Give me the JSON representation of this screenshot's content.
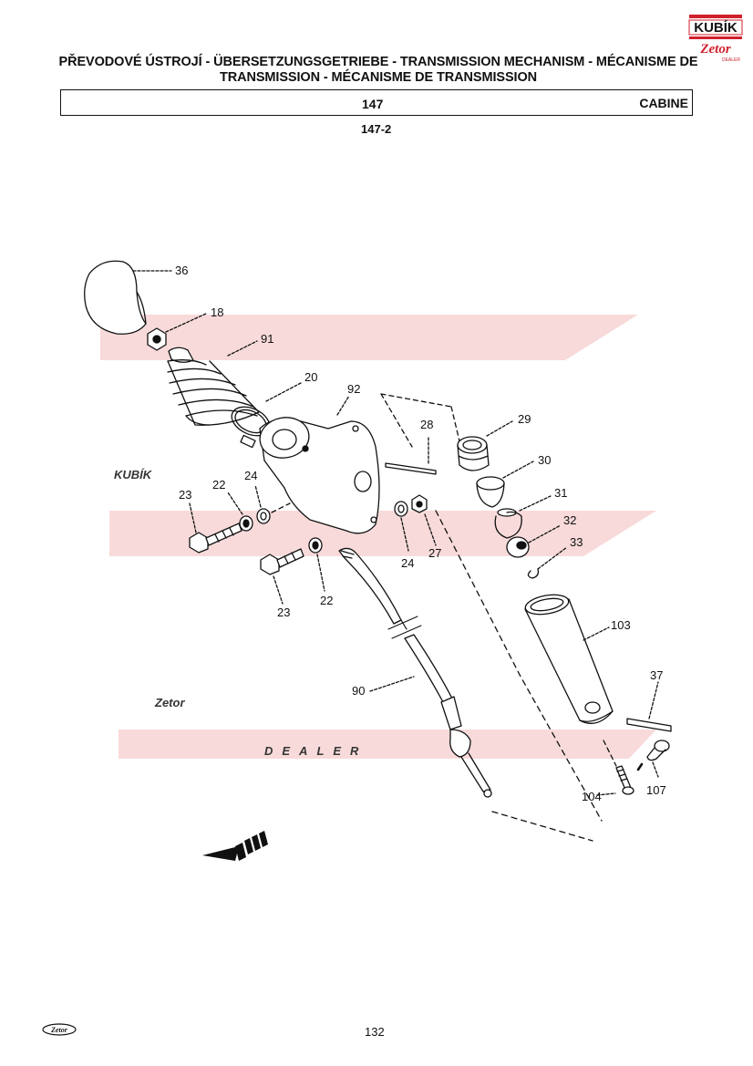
{
  "header": {
    "title_line1": "PŘEVODOVÉ ÚSTROJÍ - ÜBERSETZUNGSGETRIEBE - TRANSMISSION MECHANISM - MÉCANISME DE",
    "title_line2": "TRANSMISSION - MÉCANISME DE TRANSMISSION",
    "group_number": "147",
    "section": "CABINE"
  },
  "figure": {
    "number": "147-2",
    "part_labels": {
      "p36": "36",
      "p18": "18",
      "p91": "91",
      "p20": "20",
      "p92": "92",
      "p28": "28",
      "p29": "29",
      "p30": "30",
      "p31": "31",
      "p32": "32",
      "p33": "33",
      "p23a": "23",
      "p22a": "22",
      "p24a": "24",
      "p24b": "24",
      "p27": "27",
      "p23b": "23",
      "p22b": "22",
      "p90": "90",
      "p103": "103",
      "p37": "37",
      "p104": "104",
      "p107": "107"
    }
  },
  "watermark": {
    "brand": "KUBÍK",
    "logo": "Zetor",
    "tagline": "DEALER",
    "color": "#f4c8c8",
    "gray": "#e9eeea"
  },
  "logo": {
    "brand": "KUBÍK",
    "sub": "Zetor",
    "dealer": "DEALER",
    "color": "#d0202c"
  },
  "footer": {
    "logo": "Zetor",
    "page_number": "132"
  }
}
